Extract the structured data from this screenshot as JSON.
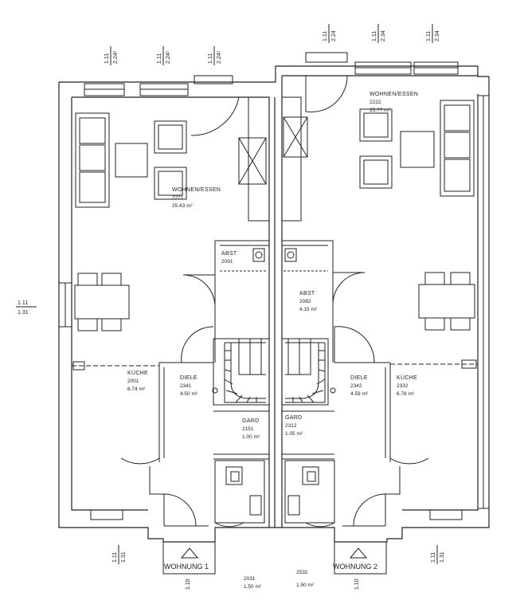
{
  "units": {
    "left": {
      "livingdining": {
        "name": "WOHNEN/ESSEN",
        "number": "2221",
        "area": "25.43 m²"
      },
      "kitchen": {
        "name": "KÜCHE",
        "number": "2001",
        "area": "6.74 m²"
      },
      "hall": {
        "name": "DIELE",
        "number": "2341",
        "area": "4.50 m²"
      },
      "wc": {
        "name": "ABST",
        "number": "2091",
        "area": ""
      },
      "wardrobe": {
        "name": "GARD",
        "number": "2151",
        "area": "1.00 m²"
      },
      "entrance": {
        "name": "",
        "number": "2031",
        "area": "1.50 m²"
      },
      "label": "WOHNUNG 1"
    },
    "right": {
      "livingdining": {
        "name": "WOHNEN/ESSEN",
        "number": "2222",
        "area": "25.?? m²"
      },
      "kitchen": {
        "name": "KÜCHE",
        "number": "2332",
        "area": "6.78 m²"
      },
      "hall": {
        "name": "DIELE",
        "number": "2342",
        "area": "4.59 m²"
      },
      "wc": {
        "name": "ABST",
        "number": "2082",
        "area": "4.15 m²"
      },
      "wardrobe": {
        "name": "GARD",
        "number": "2312",
        "area": "1.05 m²"
      },
      "entrance": {
        "name": "",
        "number": "2532",
        "area": "1.50 m²"
      },
      "label": "WOHNUNG 2"
    }
  },
  "window_tags": [
    {
      "top": "1.11",
      "bottom": "2.24⁵"
    },
    {
      "top": "1.11",
      "bottom": "2.24⁵"
    },
    {
      "top": "1.11",
      "bottom": "2.24⁵"
    },
    {
      "top": "1.11",
      "bottom": "2.24"
    },
    {
      "top": "1.11",
      "bottom": "2.34"
    },
    {
      "top": "1.11",
      "bottom": "2.34"
    }
  ],
  "side_tag": {
    "top": "1.11",
    "bottom": "1.31"
  },
  "bottom_tags": [
    {
      "top": "1.11",
      "bottom": "1.31"
    },
    {
      "top": "1.11",
      "bottom": "1.31"
    }
  ],
  "entrance_tags": [
    "1.10",
    "1.10"
  ]
}
